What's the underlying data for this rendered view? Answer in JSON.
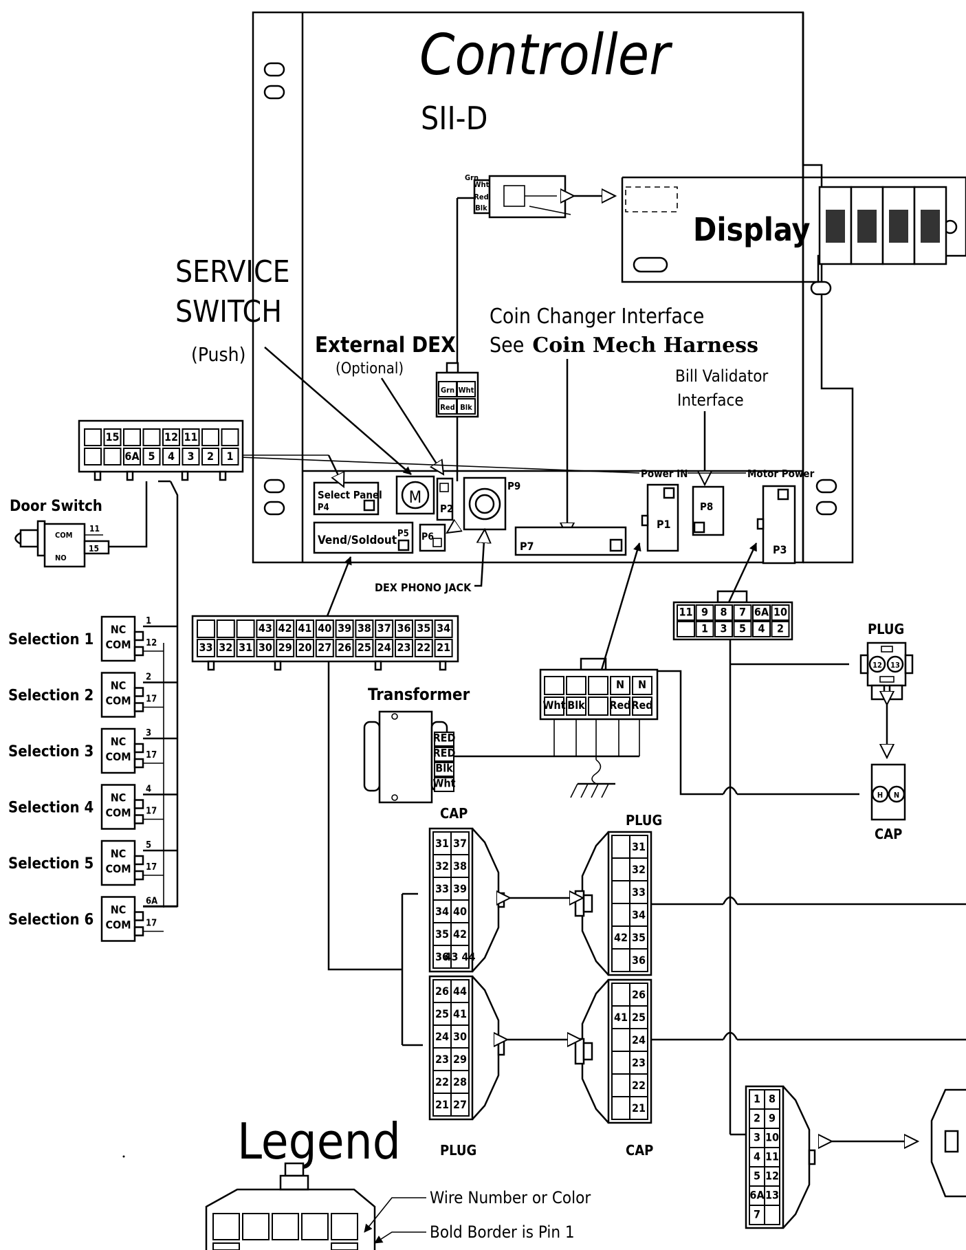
{
  "controller": {
    "title": "Controller",
    "model": "SII-D"
  },
  "display": {
    "label": "Display"
  },
  "service_switch": {
    "line1": "SERVICE",
    "line2": "SWITCH",
    "line3": "(Push)"
  },
  "external_dex": {
    "line1": "External DEX",
    "line2": "(Optional)"
  },
  "coin_changer": {
    "line1": "Coin Changer Interface",
    "line2_prefix": "See",
    "line2_bold": "Coin Mech Harness"
  },
  "bill_validator": {
    "line1": "Bill Validator",
    "line2": "Interface"
  },
  "board_labels": {
    "power_in": "Power IN",
    "motor_power": "Motor Power",
    "select_panel": "Select Panel",
    "p4": "P4",
    "vend_soldout": "Vend/Soldout",
    "p5": "P5",
    "p6": "P6",
    "p2": "P2",
    "p9": "P9",
    "p7": "P7",
    "p1": "P1",
    "p8": "P8",
    "p3": "P3",
    "dex_phono_jack": "DEX PHONO JACK"
  },
  "select_panel_connector": {
    "row1": [
      "",
      "15",
      "",
      "",
      "12",
      "11",
      "",
      ""
    ],
    "row2": [
      "",
      "",
      "6A",
      "5",
      "4",
      "3",
      "2",
      "1"
    ]
  },
  "door_switch": {
    "label": "Door Switch",
    "com": "COM",
    "no": "NO",
    "wire_top": "11",
    "wire_bottom": "15"
  },
  "selections": [
    {
      "label": "Selection 1",
      "nc": "NC",
      "com": "COM",
      "wire_a": "1",
      "wire_b": "12"
    },
    {
      "label": "Selection 2",
      "nc": "NC",
      "com": "COM",
      "wire_a": "2",
      "wire_b": "17"
    },
    {
      "label": "Selection 3",
      "nc": "NC",
      "com": "COM",
      "wire_a": "3",
      "wire_b": "17"
    },
    {
      "label": "Selection 4",
      "nc": "NC",
      "com": "COM",
      "wire_a": "4",
      "wire_b": "17"
    },
    {
      "label": "Selection 5",
      "nc": "NC",
      "com": "COM",
      "wire_a": "5",
      "wire_b": "17"
    },
    {
      "label": "Selection 6",
      "nc": "NC",
      "com": "COM",
      "wire_a": "6A",
      "wire_b": "17"
    }
  ],
  "vend_connector": {
    "row1": [
      "",
      "",
      "",
      "43",
      "42",
      "41",
      "40",
      "39",
      "38",
      "37",
      "36",
      "35",
      "34"
    ],
    "row2": [
      "33",
      "32",
      "31",
      "30",
      "29",
      "20",
      "27",
      "26",
      "25",
      "24",
      "23",
      "22",
      "21"
    ]
  },
  "p3_connector": {
    "row1": [
      "11",
      "9",
      "8",
      "7",
      "6A",
      "10"
    ],
    "row2": [
      "",
      "1",
      "3",
      "5",
      "4",
      "2"
    ]
  },
  "dex_small_connector": {
    "cells": [
      "Grn",
      "Wht",
      "Red",
      "Blk"
    ]
  },
  "display_plug_wires": [
    "Grn",
    "Wht",
    "Red",
    "Blk"
  ],
  "power_connector": {
    "row1": [
      "",
      "",
      "",
      "N",
      "N"
    ],
    "row2": [
      "Wht",
      "Blk",
      "",
      "Red",
      "Red"
    ]
  },
  "transformer": {
    "label": "Transformer",
    "wires": [
      "RED",
      "RED",
      "Blk",
      "Wht"
    ]
  },
  "plug_top": {
    "label": "PLUG",
    "pins": [
      "12",
      "13"
    ]
  },
  "cap_top": {
    "label": "CAP",
    "pins": [
      "H",
      "N"
    ]
  },
  "cap_31": {
    "label": "CAP",
    "rows": [
      [
        "31",
        "37"
      ],
      [
        "32",
        "38"
      ],
      [
        "33",
        "39"
      ],
      [
        "34",
        "40"
      ],
      [
        "35",
        "42"
      ],
      [
        "36",
        "43 44"
      ]
    ]
  },
  "plug_31": {
    "label": "PLUG",
    "rows": [
      [
        "",
        "31"
      ],
      [
        "",
        "32"
      ],
      [
        "",
        "33"
      ],
      [
        "",
        "34"
      ],
      [
        "42",
        "35"
      ],
      [
        "",
        "36"
      ]
    ]
  },
  "plug_21": {
    "label": "PLUG",
    "rows": [
      [
        "26",
        "44"
      ],
      [
        "25",
        "41"
      ],
      [
        "24",
        "30"
      ],
      [
        "23",
        "29"
      ],
      [
        "22",
        "28"
      ],
      [
        "21",
        "27"
      ]
    ]
  },
  "cap_21": {
    "label": "CAP",
    "rows": [
      [
        "",
        "26"
      ],
      [
        "41",
        "25"
      ],
      [
        "",
        "24"
      ],
      [
        "",
        "23"
      ],
      [
        "",
        "22"
      ],
      [
        "",
        "21"
      ]
    ]
  },
  "bottom_connector": {
    "rows": [
      [
        "1",
        "8"
      ],
      [
        "2",
        "9"
      ],
      [
        "3",
        "10"
      ],
      [
        "4",
        "11"
      ],
      [
        "5",
        "12"
      ],
      [
        "6A",
        "13"
      ],
      [
        "7",
        ""
      ]
    ]
  },
  "legend": {
    "title": "Legend",
    "note1": "Wire Number or Color",
    "note2": "Bold Border is Pin 1"
  }
}
